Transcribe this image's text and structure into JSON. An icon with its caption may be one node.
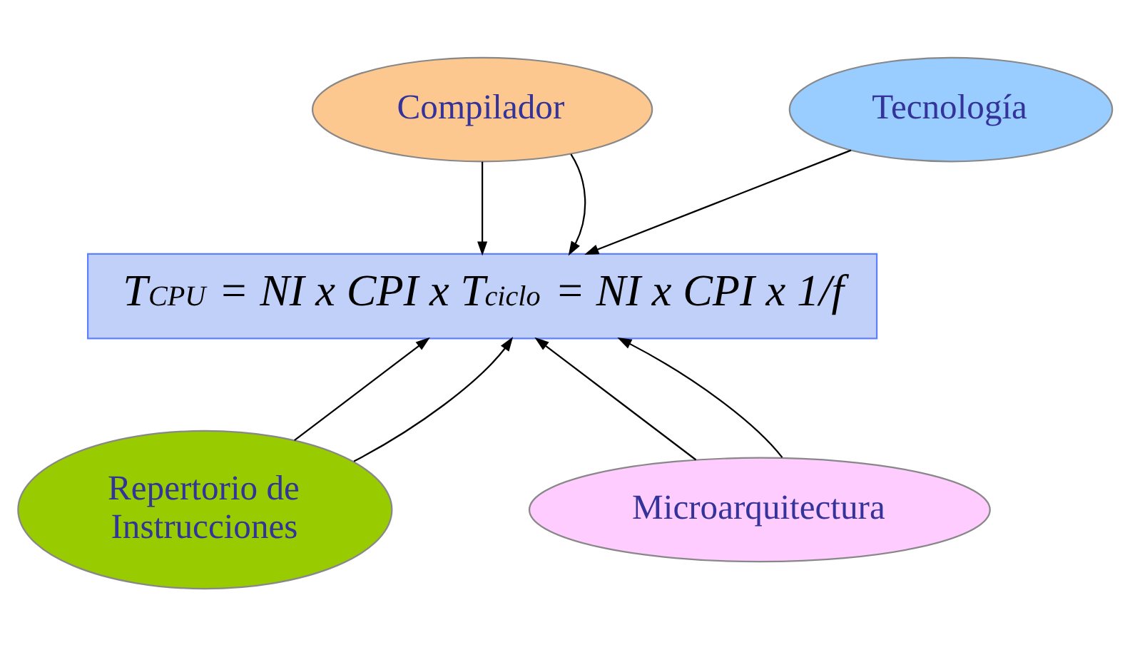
{
  "diagram": {
    "nodes": [
      {
        "text": [
          "Compilador"
        ]
      },
      {
        "text": [
          "Tecnología"
        ]
      },
      {
        "text": [
          "T$_{CPU}$ = NI x CPI x T$_{ciclo}$ = NI x CPI x 1/f"
        ]
      },
      {
        "text": [
          "Repertorio de Instrucciones"
        ]
      },
      {
        "text": [
          "Microarquitectura"
        ]
      }
    ],
    "edges": [
      {
        "from": 0,
        "to": 2,
        "arrow": "to"
      },
      {
        "from": 0,
        "to": 2,
        "arrow": "to"
      },
      {
        "from": 1,
        "to": 2,
        "arrow": "to"
      },
      {
        "from": 3,
        "to": 2,
        "arrow": "to"
      },
      {
        "from": 3,
        "to": 2,
        "arrow": "to"
      },
      {
        "from": 4,
        "to": 2,
        "arrow": "to"
      },
      {
        "from": 4,
        "to": 2,
        "arrow": "to"
      }
    ]
  }
}
